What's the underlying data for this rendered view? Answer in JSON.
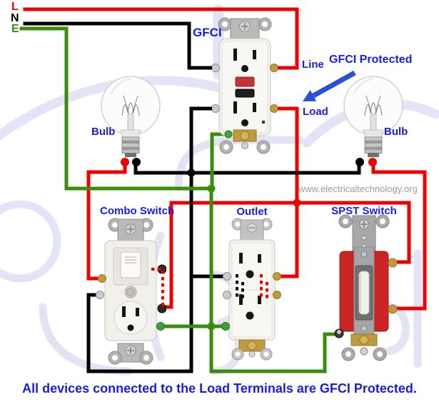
{
  "supply": {
    "live_label": "L",
    "neutral_label": "N",
    "earth_label": "E"
  },
  "annotations": {
    "gfci": "GFCI",
    "line": "Line",
    "load": "Load",
    "gfci_protected": "GFCI Protected",
    "bulb_left": "Bulb",
    "bulb_right": "Bulb",
    "combo_switch": "Combo Switch",
    "outlet": "Outlet",
    "spst_switch": "SPST Switch",
    "watermark": "www.electricaltechnology.org",
    "caption": "All devices connected to the Load Terminals are GFCI Protected."
  },
  "colors": {
    "live_wire": "#ee0000",
    "neutral_wire": "#000000",
    "earth_wire": "#3a8c0e",
    "label_blue": "#1b1be6",
    "arrow_blue": "#2950d8",
    "watermark_gray": "#9b9b9b",
    "logo_tint": "#e0e1f6",
    "spst_body_red": "#c92525",
    "reset_button_red": "#c03434",
    "test_button_black": "#1e1e1e"
  }
}
